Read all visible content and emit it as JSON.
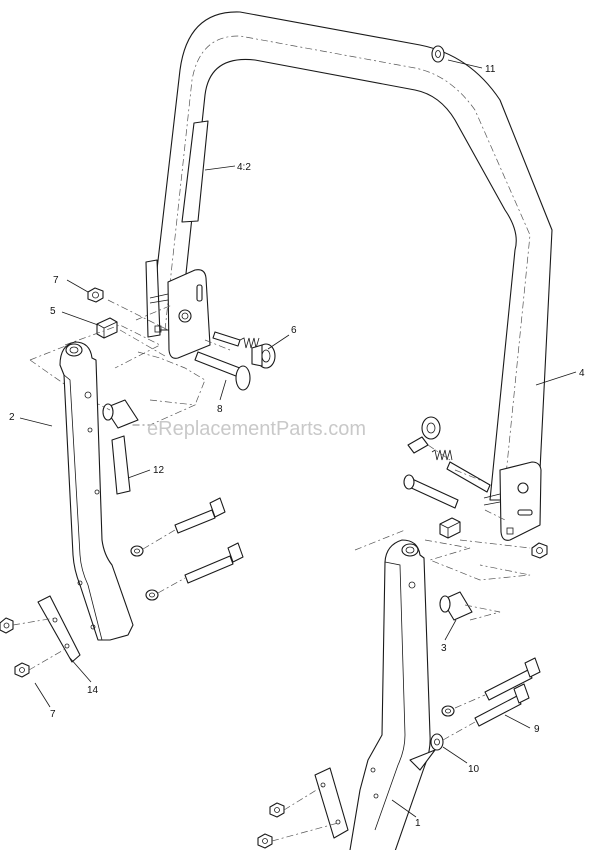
{
  "watermark": "eReplacementParts.com",
  "callouts": {
    "c11": "11",
    "c4_2": "4:2",
    "c7a": "7",
    "c5": "5",
    "c6": "6",
    "c8": "8",
    "c4": "4",
    "c2": "2",
    "c12": "12",
    "c3": "3",
    "c14": "14",
    "c7b": "7",
    "c9": "9",
    "c10": "10",
    "c1": "1"
  }
}
